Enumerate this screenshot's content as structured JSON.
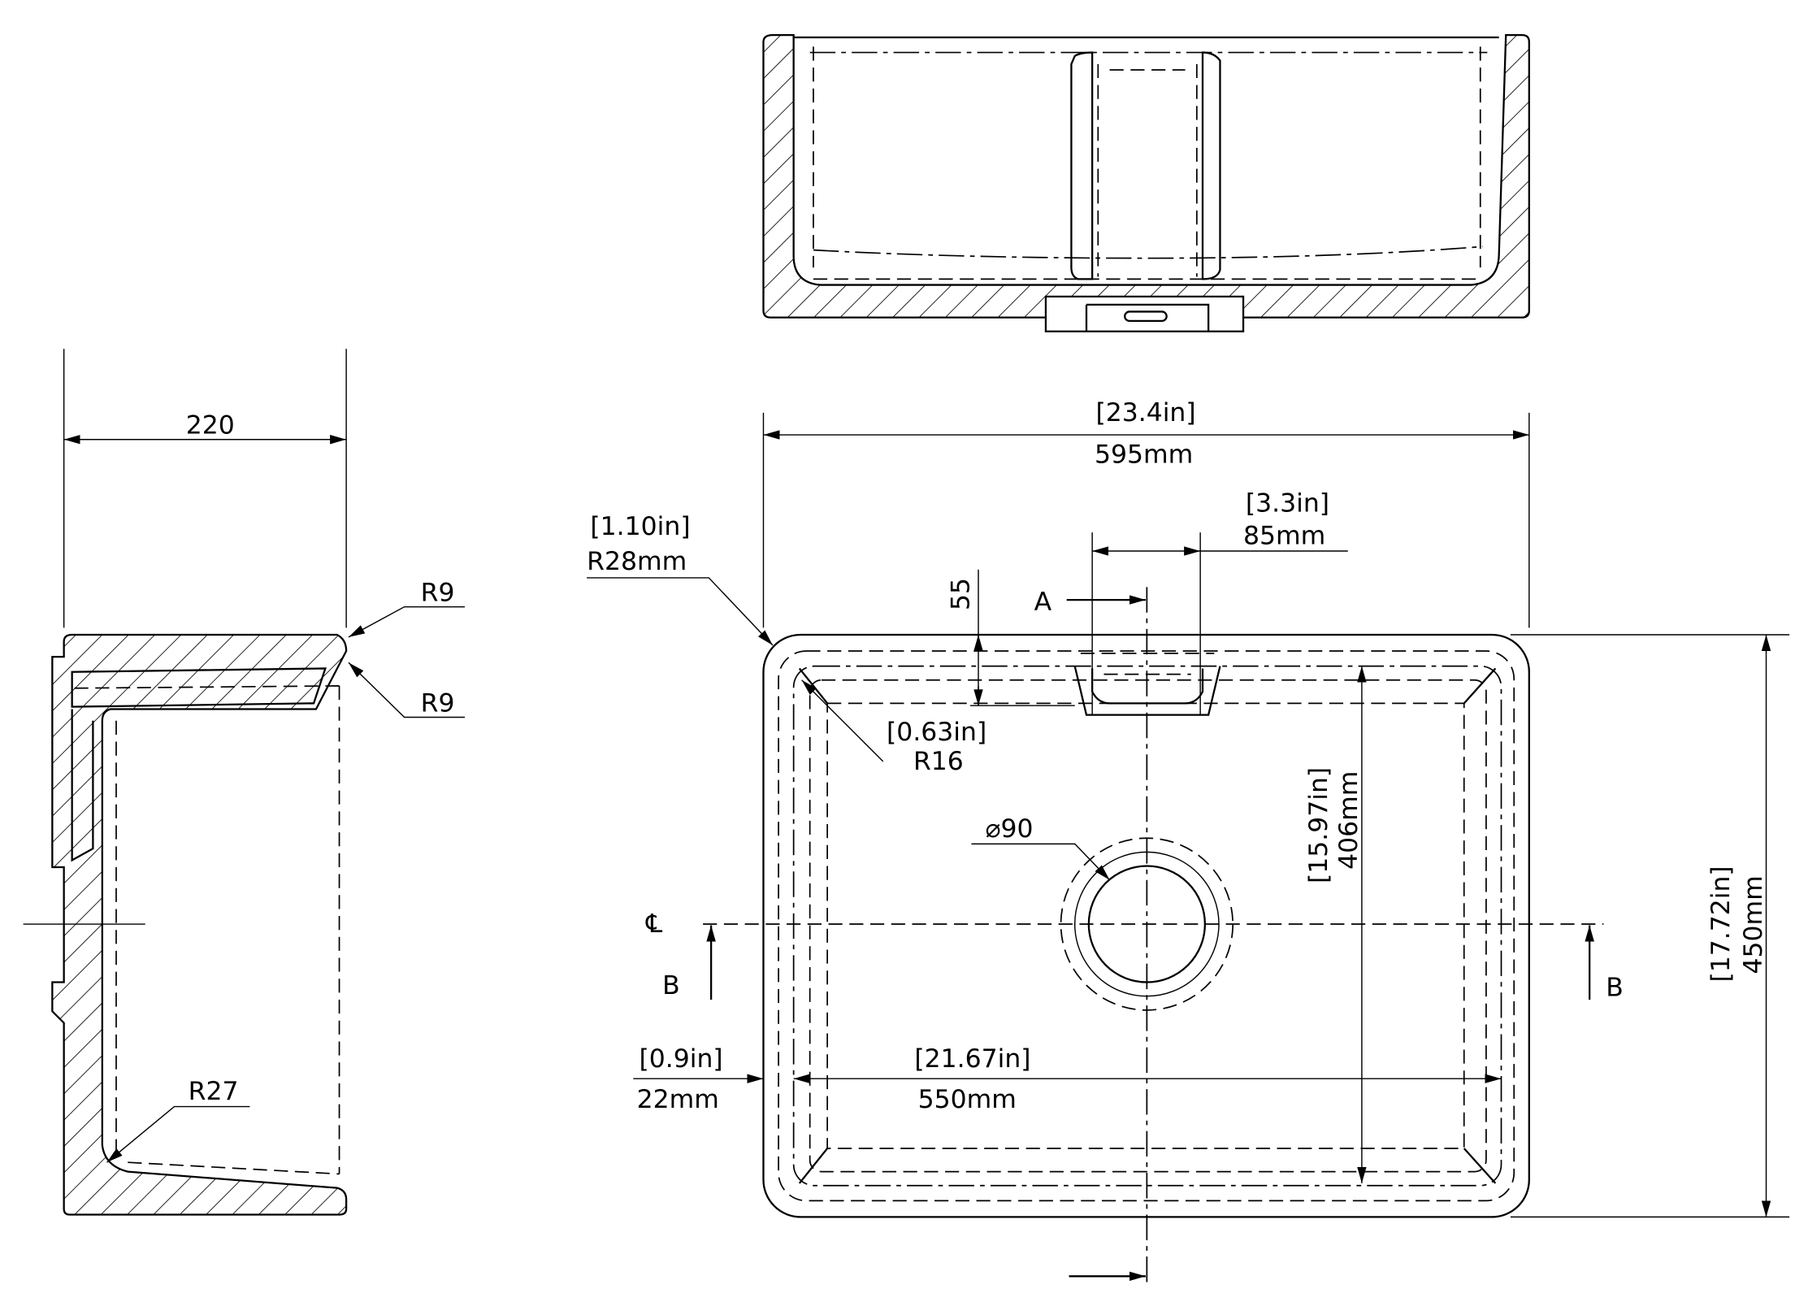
{
  "drawing": {
    "top_view": {},
    "plan_view": {
      "width_in": "[23.4in]",
      "width_mm": "595mm",
      "corner_radius_in": "[1.10in]",
      "corner_radius_mm": "R28mm",
      "overflow_width_in": "[3.3in]",
      "overflow_width_mm": "85mm",
      "overflow_depth": "55",
      "section_a": "A",
      "inner_radius_in": "[0.63in]",
      "inner_radius": "R16",
      "waste_diameter": "⌀90",
      "inner_length_in": "[15.97in]",
      "inner_length_mm": "406mm",
      "outer_length_in": "[17.72in]",
      "outer_length_mm": "450mm",
      "centerline": "℄",
      "section_b_left": "B",
      "section_b_right": "B",
      "wall_in": "[0.9in]",
      "wall_mm": "22mm",
      "inner_width_in": "[21.67in]",
      "inner_width_mm": "550mm"
    },
    "side_view": {
      "depth": "220",
      "radius_top_1": "R9",
      "radius_top_2": "R9",
      "radius_bottom": "R27"
    }
  }
}
